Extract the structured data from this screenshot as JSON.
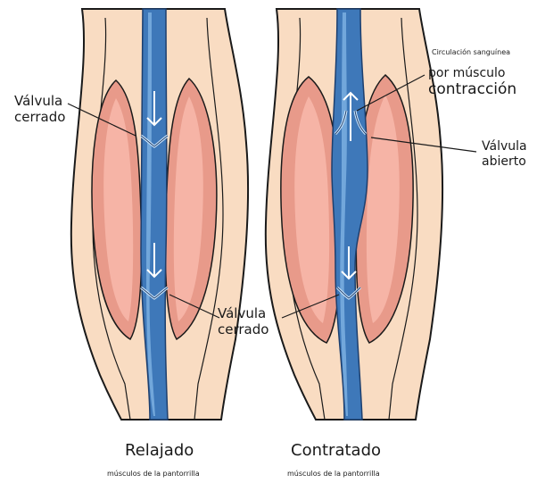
{
  "left_leg": {
    "valve_top_label": [
      "Válvula",
      "cerrado"
    ],
    "valve_bottom_label": [
      "Válvula",
      "cerrado"
    ],
    "title": "Relajado",
    "subtitle": "músculos de la pantorrilla"
  },
  "right_leg": {
    "flow_label": [
      "Circulación sanguínea",
      "por músculo",
      "contracción"
    ],
    "valve_label": [
      "Válvula",
      "abierto"
    ],
    "title": "Contratado",
    "subtitle": "músculos de la pantorrilla"
  },
  "colors": {
    "skin": "#f9dcc2",
    "skin_outline": "#1a1a1a",
    "muscle": "#e89a8a",
    "muscle_inner": "#f6b4a6",
    "vein": "#3e78b9",
    "vein_light": "#7fb3e3",
    "vein_outline": "#1d3f6e"
  }
}
